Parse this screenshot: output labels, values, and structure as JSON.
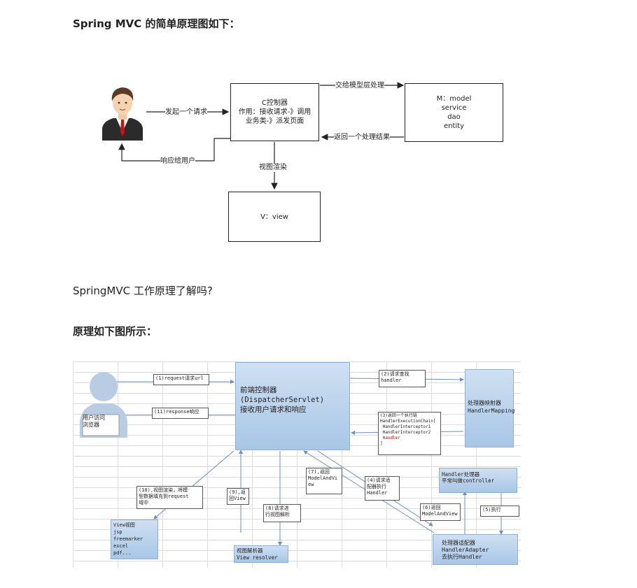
{
  "heading1": "Spring MVC 的简单原理图如下：",
  "diagram1": {
    "controller_lines": [
      "C控制器",
      "作用：接收请求-》调用",
      "业务类-》派发页面"
    ],
    "model_lines": [
      "M：model",
      "service",
      "dao",
      "entity"
    ],
    "view_label": "V：view",
    "arrow_request": "发起一个请求",
    "arrow_to_model": "交给模型层处理",
    "arrow_return_result": "返回一个处理结果",
    "arrow_respond_user": "响应给用户",
    "arrow_view_render": "视图渲染"
  },
  "paragraph": "SpringMVC 工作原理了解吗?",
  "heading2": "原理如下图所示：",
  "diagram2": {
    "user_label": [
      "用户访问",
      "浏览器"
    ],
    "dispatcher_lines": [
      "前端控制器",
      "(DispatcherServlet)",
      "接收用户请求和响应"
    ],
    "step1": "(1)request请求url",
    "step11": "(11)response响应",
    "step2": [
      "(2)请求查找",
      "handler"
    ],
    "handler_mapping": [
      "处理器映射器",
      "HandlerMapping"
    ],
    "step3": [
      "(3)返回一个执行链",
      "HandlerExecutionChain[",
      " HandlerInterceptor1",
      " HandlerInterceptor2",
      " Handler",
      "]"
    ],
    "step3_highlight": " Handler",
    "handler": [
      "Handler处理器",
      "平常叫做controller"
    ],
    "step4": [
      "(4)请求适",
      "配器执行",
      "Handler"
    ],
    "step5": "(5)执行",
    "step6": [
      "(6)返回",
      "ModelAndView"
    ],
    "step7": [
      "(7),返回",
      "ModelAndVi",
      "ew"
    ],
    "handler_adapter": [
      "处理器适配器",
      "HandlerAdapter",
      "去执行Handler"
    ],
    "step8": [
      "(8)请求进",
      "行视图解析"
    ],
    "view_resolver": [
      "视图解析器",
      "View resolver"
    ],
    "step9": [
      "(9),返",
      "回View"
    ],
    "step10": [
      "(10),视图渲染，将模",
      "型数据填充到request",
      "域中"
    ],
    "view": [
      "View视图",
      "jsp",
      "freemarker",
      "excel",
      "pdf..."
    ],
    "highlight_color": "#cc0000"
  }
}
